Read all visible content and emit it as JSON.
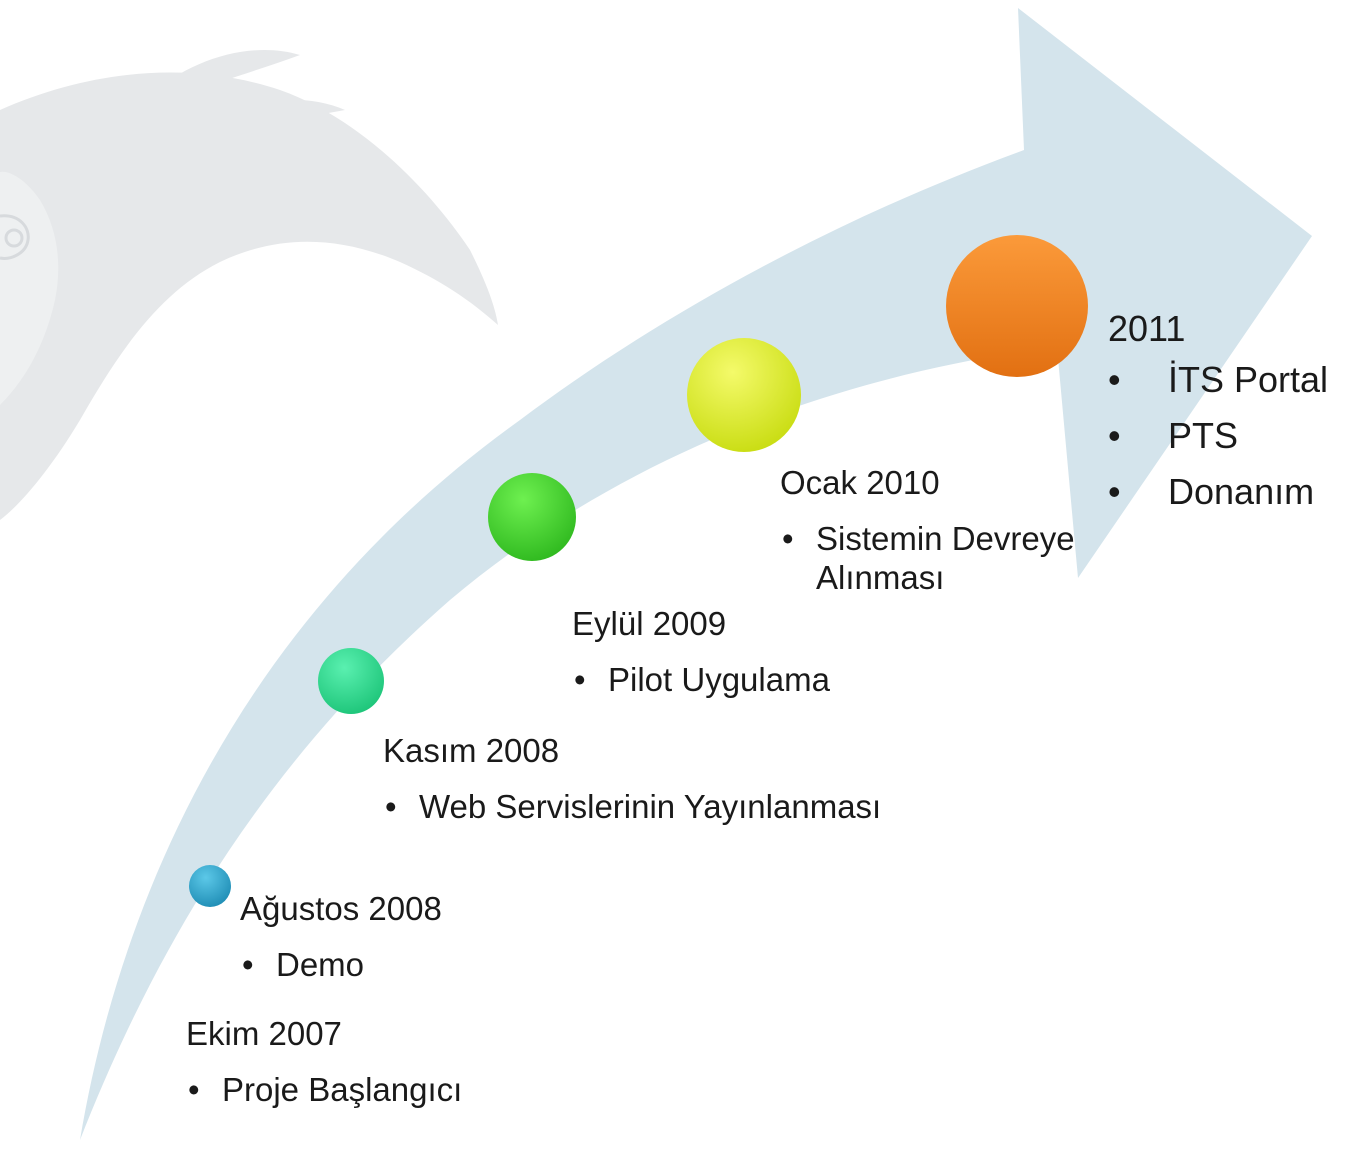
{
  "colors": {
    "arrow": "#d4e4ec",
    "swirl": "#e6e8ea",
    "text": "#1a1a1a"
  },
  "milestones": [
    {
      "id": "m-2007",
      "title": "Ekim 2007",
      "items": [
        "Proje Başlangıcı"
      ],
      "marker_color": ""
    },
    {
      "id": "m-2008a",
      "title": "Ağustos 2008",
      "items": [
        "Demo"
      ],
      "marker_color": "#2aa4c8"
    },
    {
      "id": "m-2008b",
      "title": "Kasım 2008",
      "items": [
        "Web Servislerinin Yayınlanması"
      ],
      "marker_color": "#2ee08e"
    },
    {
      "id": "m-2009",
      "title": "Eylül 2009",
      "items": [
        "Pilot Uygulama"
      ],
      "marker_color": "#3ed42e"
    },
    {
      "id": "m-2010",
      "title": "Ocak 2010",
      "items": [
        "Sistemin Devreye Alınması"
      ],
      "marker_color": "#dff02a"
    },
    {
      "id": "m-2011",
      "title": "2011",
      "items": [
        "İTS Portal",
        "PTS",
        "Donanım"
      ],
      "marker_color": "#f4841e"
    }
  ]
}
